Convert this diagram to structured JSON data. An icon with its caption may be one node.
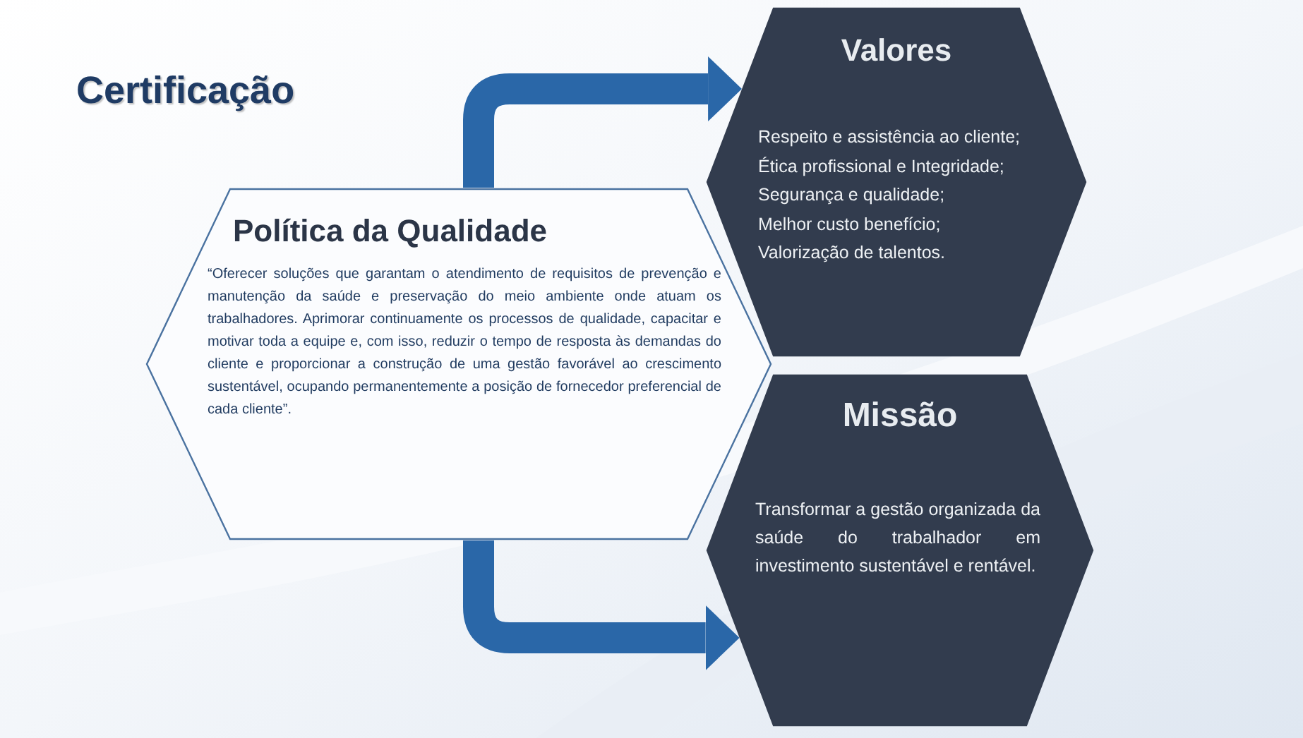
{
  "diagram": {
    "title": "Certificação",
    "nodes": [
      {
        "text": [
          "Política da Qualidade",
          "“Oferecer soluções que garantam o atendimento de requisitos de prevenção e manutenção da saúde e preservação do meio ambiente onde atuam os trabalhadores. Aprimorar continuamente os processos de qualidade, capacitar e motivar toda a equipe e, com isso, reduzir o tempo de resposta às demandas do cliente e proporcionar a construção de uma gestão favorável ao crescimento sustentável, ocupando permanentemente a posição de fornecedor preferencial de cada cliente”."
        ]
      },
      {
        "text": [
          "Valores",
          "Respeito e assistência ao cliente;",
          "Ética profissional e Integridade;",
          "Segurança e qualidade;",
          "Melhor custo benefício;",
          "Valorização de talentos."
        ]
      },
      {
        "text": [
          "Missão",
          "Transformar a gestão organizada da saúde do trabalhador em investimento sustentável e rentável."
        ]
      }
    ],
    "edges": [
      {
        "from": 0,
        "to": 1,
        "arrow": "to"
      },
      {
        "from": 0,
        "to": 2,
        "arrow": "to"
      }
    ]
  }
}
